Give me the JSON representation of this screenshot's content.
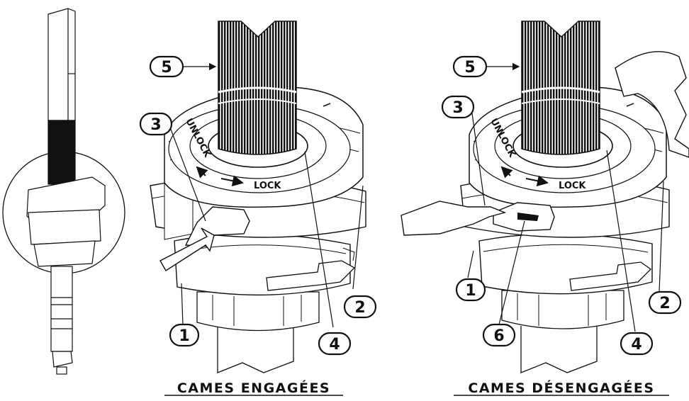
{
  "diagram": {
    "captions": {
      "engaged": "CAMES ENGAGÉES",
      "disengaged": "CAMES DÉSENGAGÉES"
    },
    "callouts": {
      "engaged": [
        "5",
        "3",
        "1",
        "2",
        "4"
      ],
      "disengaged": [
        "5",
        "3",
        "1",
        "6",
        "4",
        "2"
      ]
    },
    "ring_markings": {
      "unlock": "UNLOCK",
      "lock": "LOCK"
    }
  }
}
